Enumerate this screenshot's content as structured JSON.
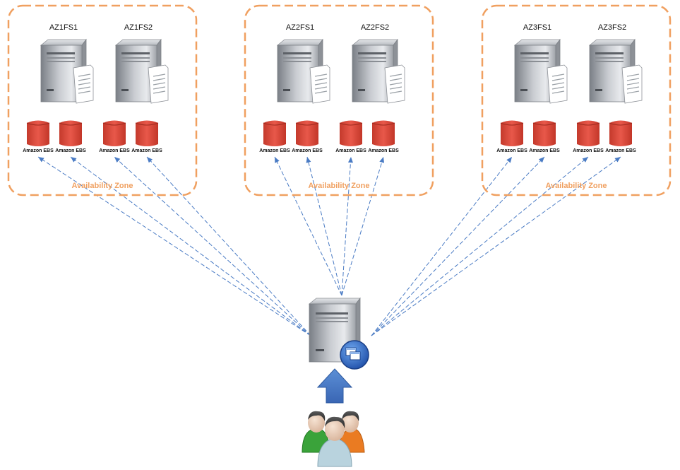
{
  "zones": [
    {
      "label": "Availability Zone",
      "servers": [
        {
          "name": "AZ1FS1",
          "volumes": [
            "Amazon EBS",
            "Amazon EBS"
          ]
        },
        {
          "name": "AZ1FS2",
          "volumes": [
            "Amazon EBS",
            "Amazon EBS"
          ]
        }
      ]
    },
    {
      "label": "Availability Zone",
      "servers": [
        {
          "name": "AZ2FS1",
          "volumes": [
            "Amazon EBS",
            "Amazon EBS"
          ]
        },
        {
          "name": "AZ2FS2",
          "volumes": [
            "Amazon EBS",
            "Amazon EBS"
          ]
        }
      ]
    },
    {
      "label": "Availability Zone",
      "servers": [
        {
          "name": "AZ3FS1",
          "volumes": [
            "Amazon EBS",
            "Amazon EBS"
          ]
        },
        {
          "name": "AZ3FS2",
          "volumes": [
            "Amazon EBS",
            "Amazon EBS"
          ]
        }
      ]
    }
  ],
  "icons": {
    "file_server": "file-server-icon",
    "ebs_volume": "ebs-volume-icon",
    "app_server": "application-server-icon",
    "users": "users-group-icon",
    "request_arrow": "up-arrow-icon"
  },
  "colors": {
    "zone_border": "#f0a060",
    "zone_label": "#f0a060",
    "ebs_red": "#e05040",
    "connector": "#4a7bc4",
    "arrow": "#4a78c8"
  }
}
